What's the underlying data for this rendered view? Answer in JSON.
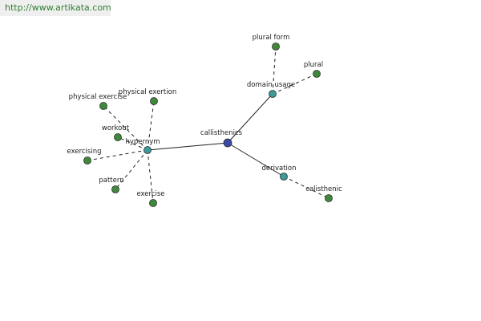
{
  "header": {
    "url": "http://www.artikata.com"
  },
  "colors": {
    "center": "#3b4aa6",
    "relation": "#3c9a98",
    "leaf": "#3f8a3a"
  },
  "graph": {
    "center": {
      "id": "c",
      "label": "callisthenics"
    },
    "nodes": [
      {
        "id": "hyp",
        "label": "hypernym",
        "kind": "relation"
      },
      {
        "id": "dom",
        "label": "domain usage",
        "kind": "relation"
      },
      {
        "id": "der",
        "label": "derivation",
        "kind": "relation"
      },
      {
        "id": "pf",
        "label": "plural form",
        "kind": "leaf"
      },
      {
        "id": "pl",
        "label": "plural",
        "kind": "leaf"
      },
      {
        "id": "cal",
        "label": "calisthenic",
        "kind": "leaf"
      },
      {
        "id": "phx",
        "label": "physical exercise",
        "kind": "leaf"
      },
      {
        "id": "phe",
        "label": "physical exertion",
        "kind": "leaf"
      },
      {
        "id": "wo",
        "label": "workout",
        "kind": "leaf"
      },
      {
        "id": "exg",
        "label": "exercising",
        "kind": "leaf"
      },
      {
        "id": "pat",
        "label": "pattern",
        "kind": "leaf"
      },
      {
        "id": "ex",
        "label": "exercise",
        "kind": "leaf"
      }
    ],
    "edges": [
      {
        "from": "c",
        "to": "hyp",
        "style": "solid"
      },
      {
        "from": "c",
        "to": "dom",
        "style": "solid"
      },
      {
        "from": "c",
        "to": "der",
        "style": "solid"
      },
      {
        "from": "dom",
        "to": "pf",
        "style": "dashed"
      },
      {
        "from": "dom",
        "to": "pl",
        "style": "dashed"
      },
      {
        "from": "der",
        "to": "cal",
        "style": "dashed"
      },
      {
        "from": "hyp",
        "to": "phx",
        "style": "dashed"
      },
      {
        "from": "hyp",
        "to": "phe",
        "style": "dashed"
      },
      {
        "from": "hyp",
        "to": "wo",
        "style": "dashed"
      },
      {
        "from": "hyp",
        "to": "exg",
        "style": "dashed"
      },
      {
        "from": "hyp",
        "to": "pat",
        "style": "dashed"
      },
      {
        "from": "hyp",
        "to": "ex",
        "style": "dashed"
      }
    ]
  }
}
